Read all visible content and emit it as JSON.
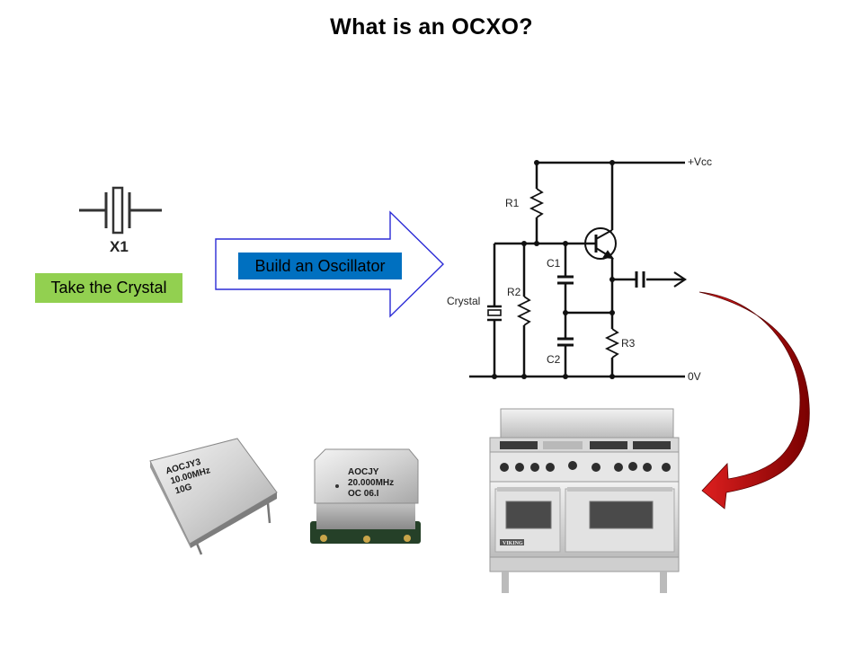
{
  "title": "What is an OCXO?",
  "crystal_step": {
    "label": "Take the Crystal",
    "symbol_ref": "X1"
  },
  "oscillator_step": {
    "label": "Build an Oscillator"
  },
  "schematic": {
    "supply": "+Vcc",
    "ground": "0V",
    "labels": {
      "r1": "R1",
      "r2": "R2",
      "r3": "R3",
      "c1": "C1",
      "c2": "C2",
      "crystal": "Crystal"
    }
  },
  "packages": [
    {
      "lines": [
        "AOCJY3",
        "10.00MHz",
        "10G"
      ]
    },
    {
      "lines": [
        "AOCJY",
        "20.000MHz",
        "OC 06.I"
      ]
    }
  ],
  "oven": {
    "brand": "VIKING"
  },
  "colors": {
    "crystal_box": "#92d050",
    "oscillator_box": "#0070c0",
    "arrow_outline": "#2b2bd6",
    "curved_arrow": "#8b0000"
  }
}
